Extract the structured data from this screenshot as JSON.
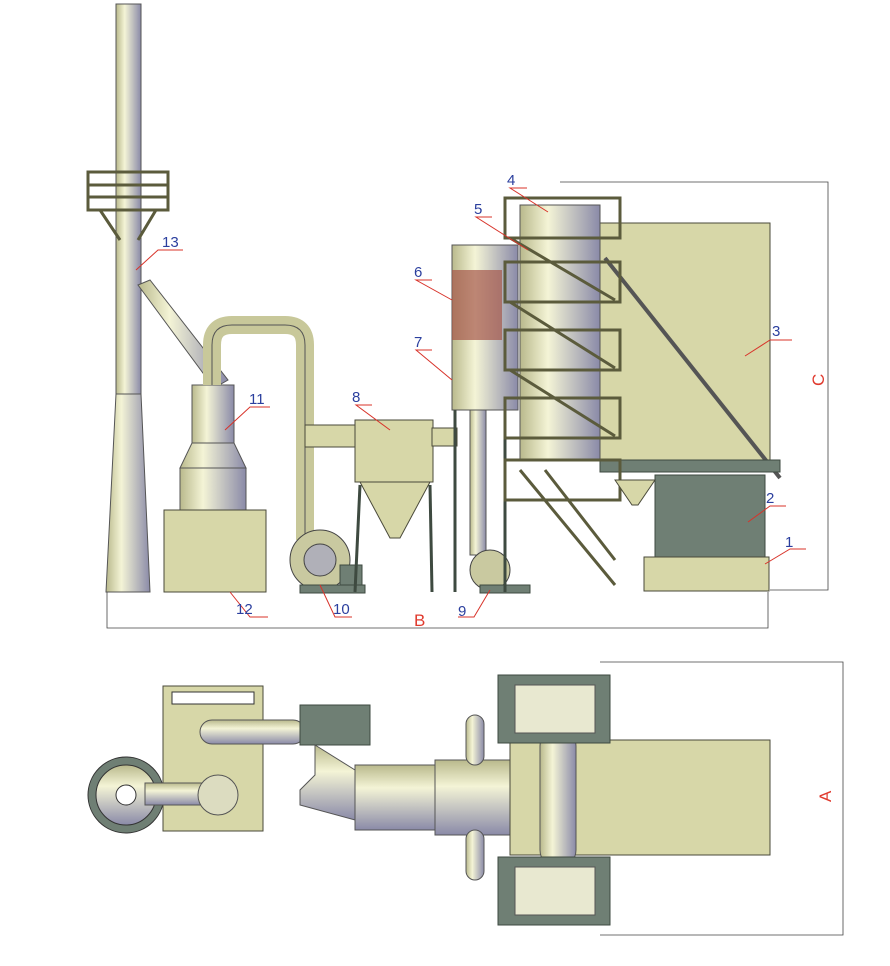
{
  "diagram": {
    "labels": [
      "1",
      "2",
      "3",
      "4",
      "5",
      "6",
      "7",
      "8",
      "9",
      "10",
      "11",
      "12",
      "13"
    ],
    "dimensions": {
      "a": "A",
      "b": "B",
      "c": "C"
    },
    "colors": {
      "label": "#2b3f9e",
      "dimension": "#e03a2e",
      "equipment": "#d7d7a8",
      "structure": "#5b5b3c"
    }
  }
}
